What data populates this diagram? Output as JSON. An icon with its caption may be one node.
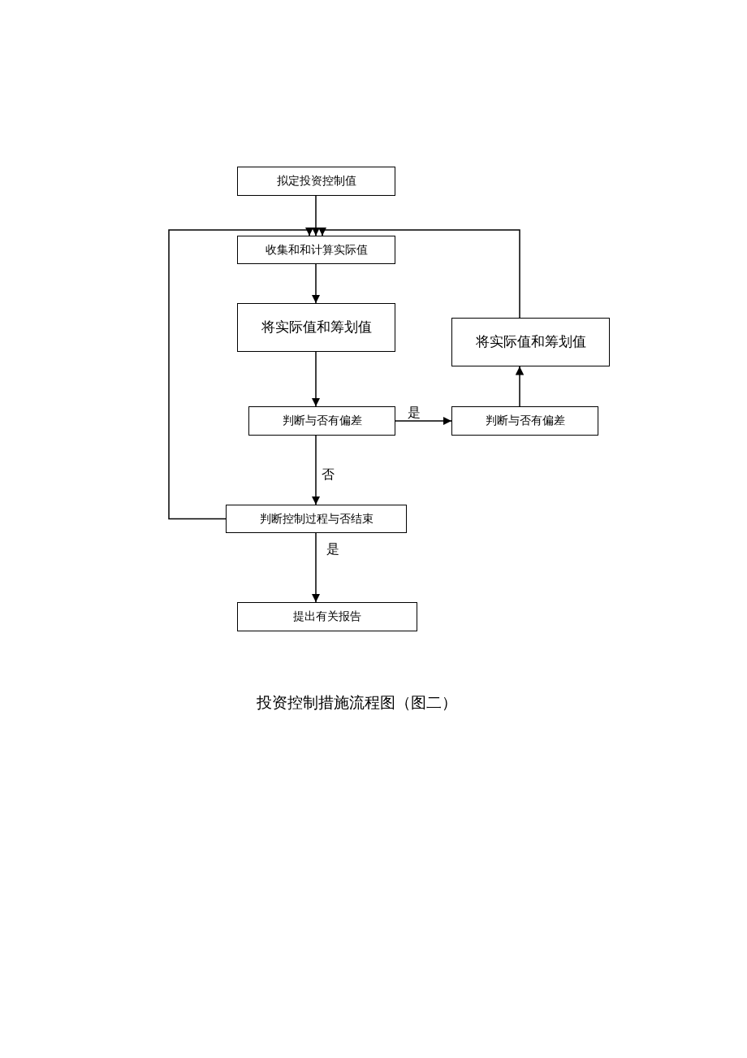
{
  "diagram": {
    "caption": "投资控制措施流程图（图二）",
    "nodes": [
      {
        "text": [
          "拟定投资控制值"
        ]
      },
      {
        "text": [
          "收集和和计算实际值"
        ]
      },
      {
        "text": [
          "将实际值和筹划值"
        ]
      },
      {
        "text": [
          "判断与否有偏差"
        ]
      },
      {
        "text": [
          "将实际值和筹划值"
        ]
      },
      {
        "text": [
          "判断与否有偏差"
        ]
      },
      {
        "text": [
          "判断控制过程与否结束"
        ]
      },
      {
        "text": [
          "提出有关报告"
        ]
      }
    ],
    "edges": [
      {
        "from": 0,
        "to": 1,
        "arrow": "to"
      },
      {
        "from": 1,
        "to": 2,
        "arrow": "to"
      },
      {
        "from": 2,
        "to": 3,
        "arrow": "to"
      },
      {
        "from": 3,
        "to": 5,
        "arrow": "to",
        "label": "是"
      },
      {
        "from": 5,
        "to": 4,
        "arrow": "to"
      },
      {
        "from": 4,
        "to": 1,
        "arrow": "to"
      },
      {
        "from": 3,
        "to": 6,
        "arrow": "to",
        "label": "否"
      },
      {
        "from": 6,
        "to": 7,
        "arrow": "to",
        "label": "是"
      },
      {
        "from": 6,
        "to": 1,
        "arrow": "to"
      }
    ]
  }
}
